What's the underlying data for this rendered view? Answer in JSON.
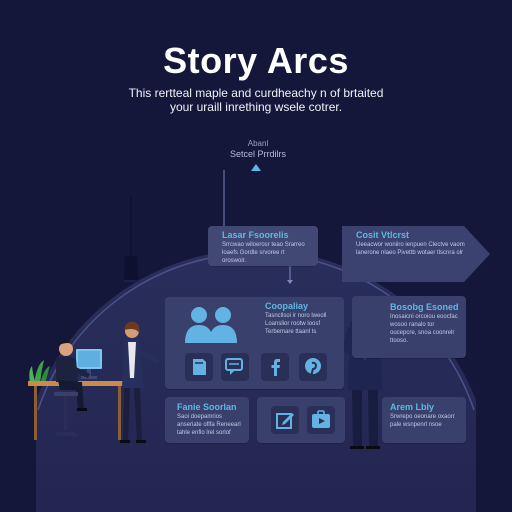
{
  "title": "Story Arcs",
  "subtitle_line1": "This rertteal maple and curdheachy n of brtaited",
  "subtitle_line2": "your uraill inrething wsele cotrer.",
  "apex": {
    "label": "Abanl",
    "sublabel": "Setcel Prrdilrs"
  },
  "cards": {
    "upper_left": {
      "title": "Lasar Fsoorelis",
      "text": "Srrcwao wiloerosr teao Srarreo loaefs Gordle srvoree rt oroswolr."
    },
    "upper_right": {
      "title": "Cosit Vtlcrst",
      "text": "Ueeacwor woniiro ienpuen Clectve vaom lanerone nlaeo Pivettb wotaer tlscnra olr"
    },
    "center_main": {
      "title": "Coopaliay",
      "text": "Tasncllsoi ir noro lweoll Loanslior rootw loosf Terbemare ttaanl ts"
    },
    "right_mid": {
      "title": "Bosobg Esoned",
      "text": "Inosaicni orcoiou eoocfac wosoo ranalo tor oucepcre, snoa coonrelr ttooso."
    },
    "bottom_left": {
      "title": "Fanie Soorlan",
      "text": "Saoi doepamrios anseriate oflfa Reneearl tahle enflo lrel sorlof"
    },
    "bottom_right": {
      "title": "Arem Lbly",
      "text": "Srwrepo oeonare oxaorr pale wsnpenrl nsoe"
    }
  },
  "colors": {
    "background": "#14163a",
    "card": "#39406b",
    "accent": "#5fb7e6",
    "icon_tile": "#2a2f57"
  },
  "icons": [
    "users-icon",
    "document-icon",
    "chat-icon",
    "facebook-icon",
    "pinterest-icon",
    "edit-icon",
    "video-icon"
  ]
}
